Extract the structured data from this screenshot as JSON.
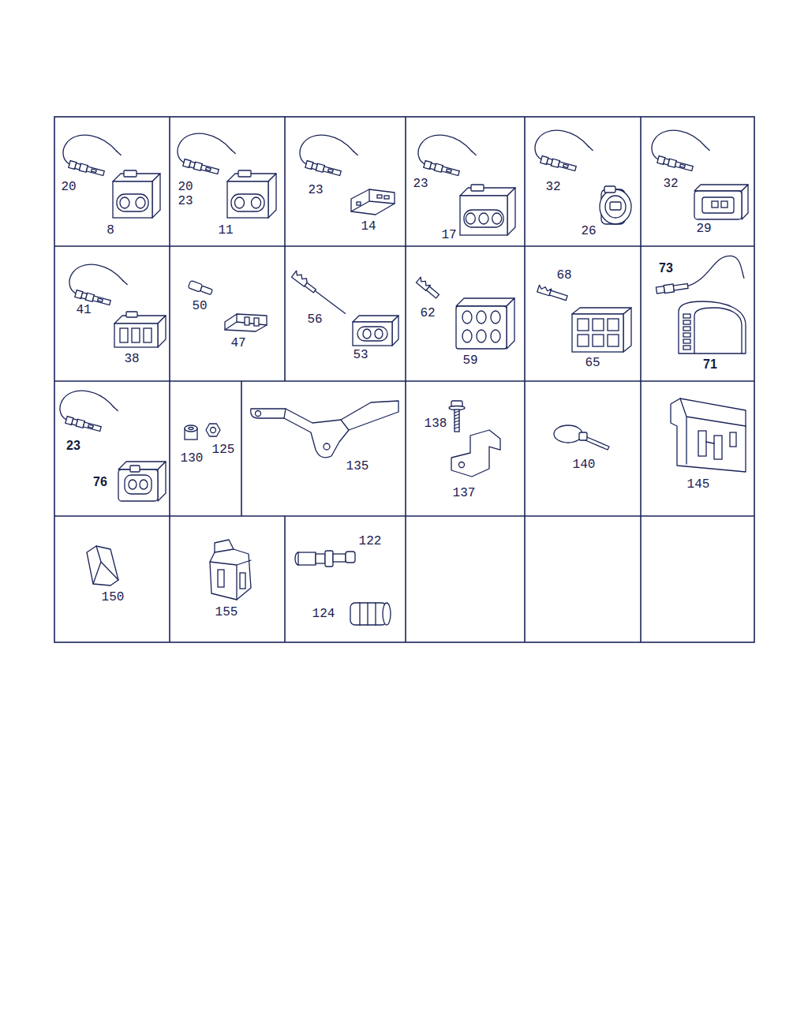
{
  "diagram": {
    "labels": [
      "20",
      "8",
      "20",
      "23",
      "11",
      "23",
      "14",
      "23",
      "17",
      "32",
      "26",
      "32",
      "29",
      "41",
      "38",
      "50",
      "47",
      "56",
      "53",
      "62",
      "59",
      "68",
      "65",
      "73",
      "71",
      "23",
      "76",
      "130",
      "125",
      "135",
      "138",
      "137",
      "140",
      "145",
      "150",
      "155",
      "122",
      "124"
    ]
  }
}
